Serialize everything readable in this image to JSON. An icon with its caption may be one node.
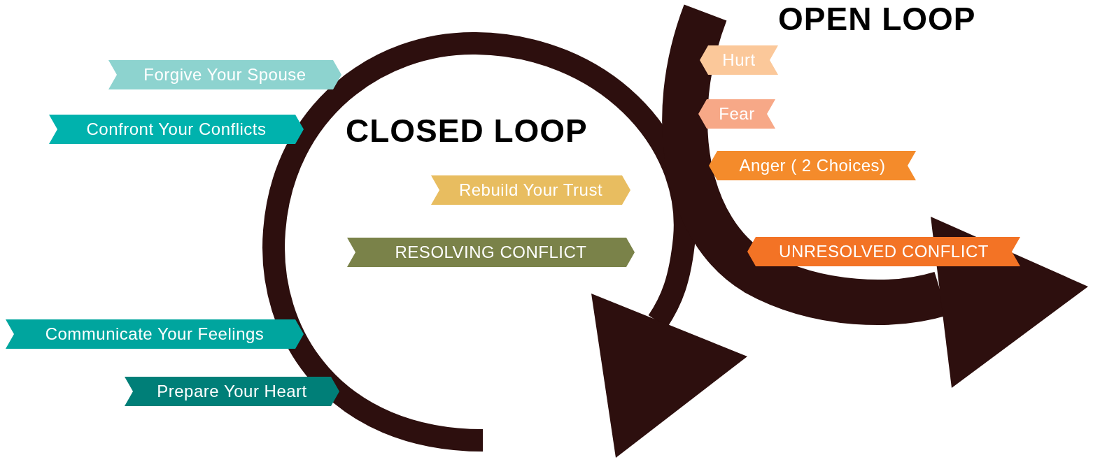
{
  "diagram": {
    "nodes": [
      {
        "text": [
          "Hurt"
        ]
      },
      {
        "text": [
          "Forgive Your Spouse"
        ]
      },
      {
        "text": [
          "Fear"
        ]
      },
      {
        "text": [
          "Confront Your Conflicts"
        ]
      },
      {
        "text": [
          "Anger ( 2 Choices)"
        ]
      },
      {
        "text": [
          "Rebuild Your Trust"
        ]
      },
      {
        "text": [
          "RESOLVING CONFLICT"
        ]
      },
      {
        "text": [
          "UNRESOLVED CONFLICT"
        ]
      },
      {
        "text": [
          "Communicate Your Feelings"
        ]
      },
      {
        "text": [
          "Prepare Your Heart"
        ]
      }
    ],
    "edges": [],
    "labels": [
      "OPEN LOOP",
      "CLOSED LOOP"
    ]
  }
}
